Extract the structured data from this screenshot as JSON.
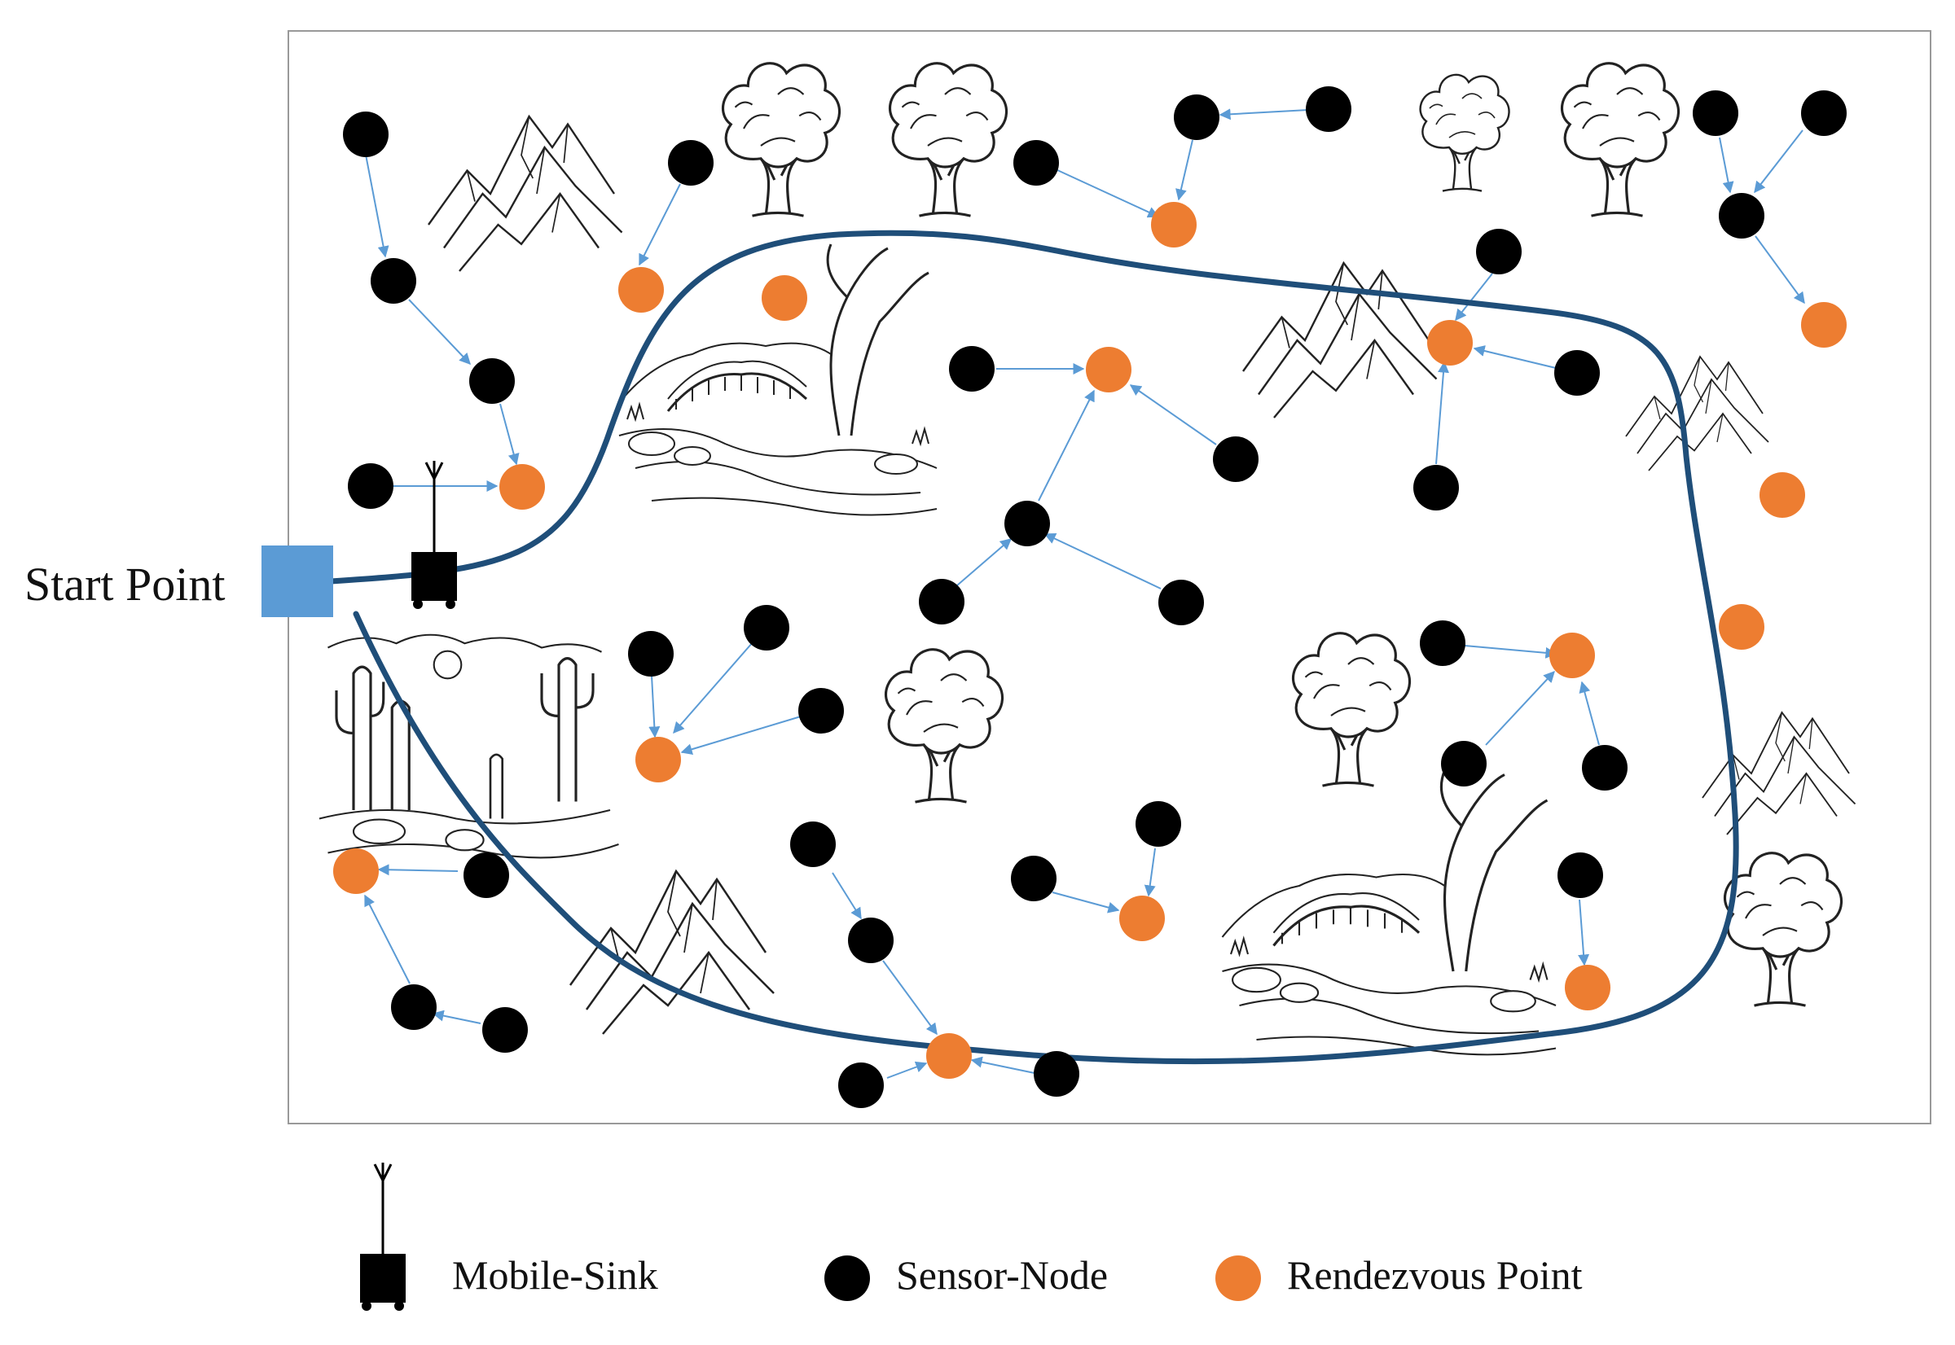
{
  "start_label": "Start Point",
  "legend": {
    "mobile_sink": "Mobile-Sink",
    "sensor_node": "Sensor-Node",
    "rendezvous_point": "Rendezvous Point"
  },
  "colors": {
    "sensor": "#000000",
    "rendezvous": "#ED7D31",
    "start": "#5B9BD5",
    "path": "#1F4E79",
    "link": "#5B9BD5",
    "frame": "#999999"
  },
  "icons": {
    "start": "blue-square",
    "sink": "mobile-sink-robot",
    "tree": "tree-sketch",
    "mountain": "mountain-sketch",
    "river": "river-bridge-sketch",
    "desert": "cactus-desert-sketch"
  }
}
